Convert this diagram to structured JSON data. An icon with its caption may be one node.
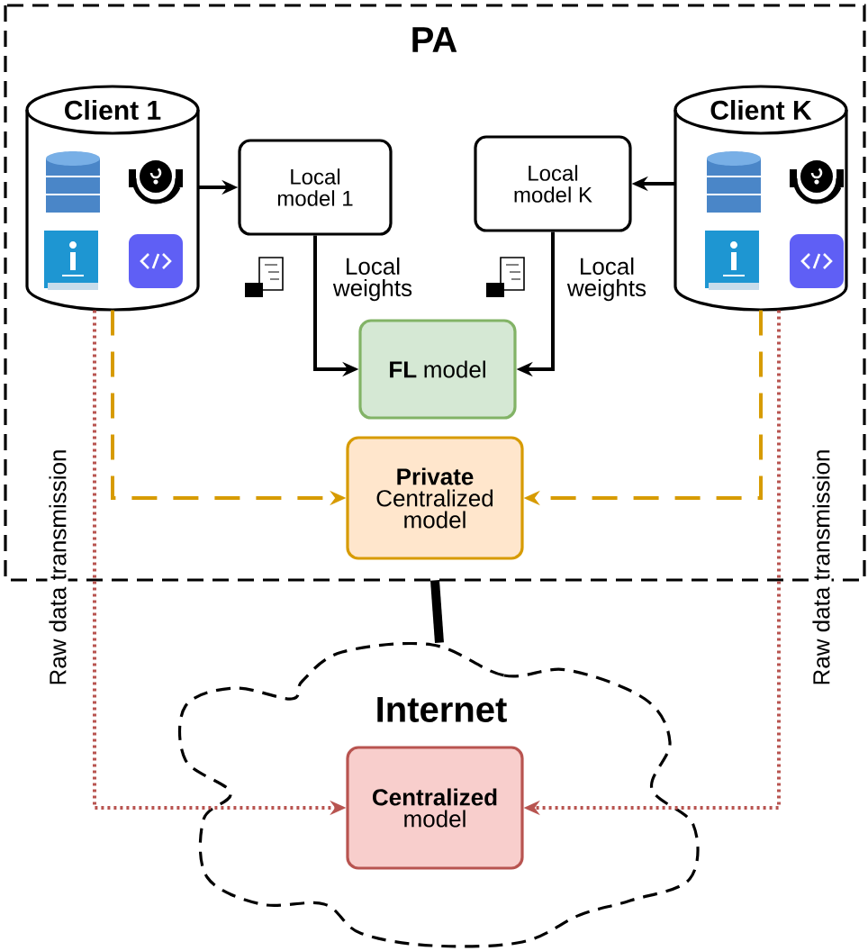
{
  "diagram": {
    "nodes": [
      {
        "text": [
          "PA"
        ]
      },
      {
        "text": [
          "Client 1"
        ],
        "in": 0
      },
      {
        "text": [
          "Client K"
        ],
        "in": 0
      },
      {
        "text": [
          "Local model 1"
        ],
        "in": 0
      },
      {
        "text": [
          "Local model K"
        ],
        "in": 0
      },
      {
        "text": [
          "**FL** model"
        ],
        "in": 0
      },
      {
        "text": [
          "**Private** Centralized model"
        ],
        "in": 0
      },
      {
        "text": [
          "Internet"
        ]
      },
      {
        "text": [
          "**Centralized** model"
        ],
        "in": 7
      }
    ],
    "edges": [
      {
        "from": 1,
        "to": 3,
        "arrow": "to"
      },
      {
        "from": 2,
        "to": 4,
        "arrow": "to"
      },
      {
        "from": 3,
        "to": 5,
        "arrow": "to",
        "label": "Local weights"
      },
      {
        "from": 4,
        "to": 5,
        "arrow": "to",
        "label": "Local weights"
      },
      {
        "from": 1,
        "to": 6,
        "arrow": "to",
        "style": "dashed",
        "color": "#d79b00"
      },
      {
        "from": 2,
        "to": 6,
        "arrow": "to",
        "style": "dashed",
        "color": "#d79b00"
      },
      {
        "from": 1,
        "to": 8,
        "arrow": "to",
        "style": "dashed",
        "color": "#b85450",
        "label": "Raw data transmission"
      },
      {
        "from": 2,
        "to": 8,
        "arrow": "to",
        "style": "dashed",
        "color": "#b85450",
        "label": "Raw data transmission"
      },
      {
        "from": 0,
        "to": 7,
        "arrow": "none",
        "style": "thick"
      }
    ]
  }
}
